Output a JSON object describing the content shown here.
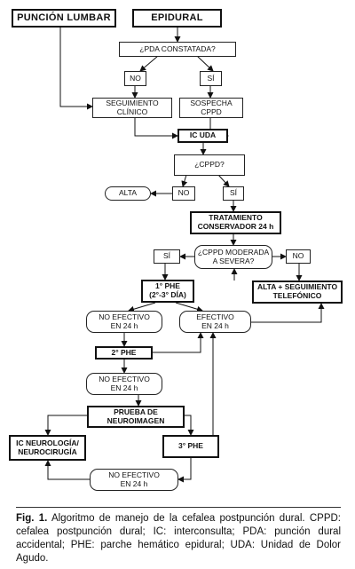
{
  "diagram": {
    "puncion_lumbar": "PUNCIÓN LUMBAR",
    "epidural": "EPIDURAL",
    "pda_question": "¿PDA CONSTATADA?",
    "no_1": "NO",
    "si_1": "SÍ",
    "seguimiento": "SEGUIMIENTO\nCLÍNICO",
    "sospecha": "SOSPECHA\nCPPD",
    "ic_uda": "IC UDA",
    "cppd_question": "¿CPPD?",
    "alta": "ALTA",
    "no_2": "NO",
    "si_2": "SÍ",
    "tratamiento": "TRATAMIENTO\nCONSERVADOR 24 h",
    "si_3": "SÍ",
    "moderada_question": "¿CPPD MODERADA\nA SEVERA?",
    "no_3": "NO",
    "phe1": "1° PHE\n(2°-3° DÍA)",
    "alta_seguimiento": "ALTA + SEGUIMIENTO\nTELEFÓNICO",
    "no_efectivo_1": "NO EFECTIVO\nEN 24 h",
    "efectivo": "EFECTIVO\nEN 24 h",
    "phe2": "2° PHE",
    "no_efectivo_2": "NO EFECTIVO\nEN 24 h",
    "prueba": "PRUEBA DE\nNEUROIMAGEN",
    "ic_neuro": "IC NEUROLOGÍA/\nNEUROCIRUGÍA",
    "phe3": "3° PHE",
    "no_efectivo_3": "NO EFECTIVO\nEN 24 h"
  },
  "caption": {
    "label": "Fig. 1.",
    "text": " Algoritmo de manejo de la cefalea postpunción dural. CPPD: cefalea postpunción dural; IC: interconsulta; PDA: punción dural accidental; PHE: parche hemático epidural; UDA: Unidad de Dolor Agudo."
  }
}
